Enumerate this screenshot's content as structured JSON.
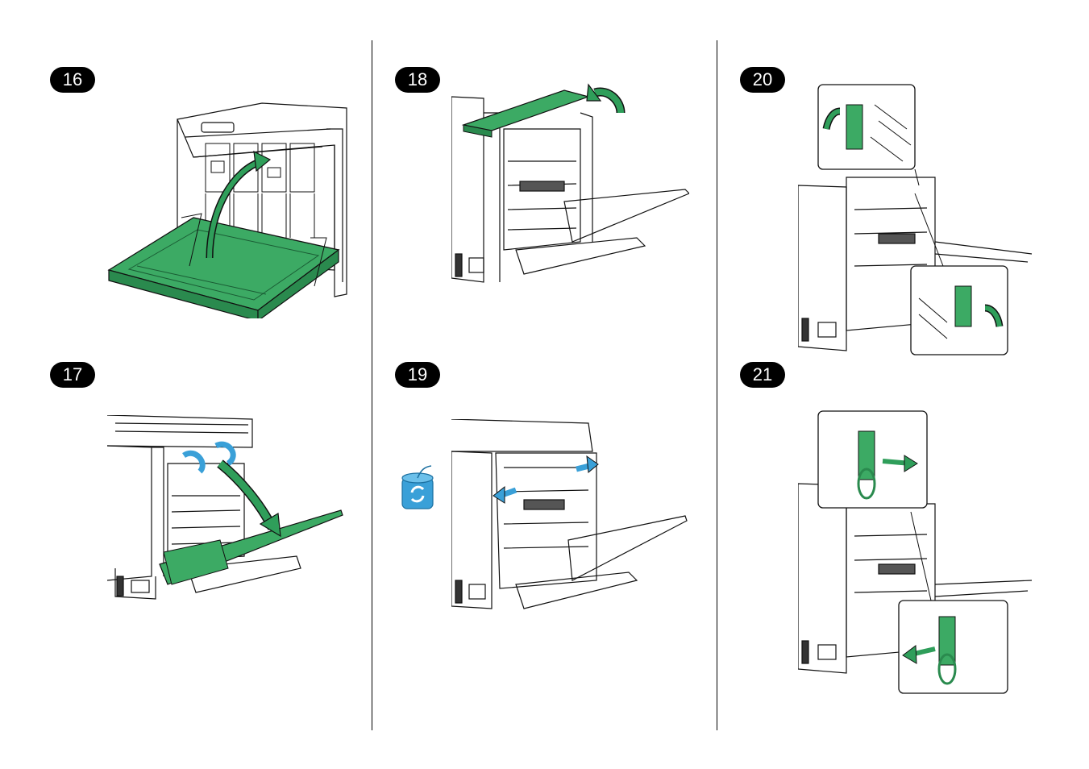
{
  "steps": [
    {
      "number": "16",
      "action": "open-front-cover"
    },
    {
      "number": "17",
      "action": "release-levers-open-side-cover"
    },
    {
      "number": "18",
      "action": "lift-fuser-cover"
    },
    {
      "number": "19",
      "action": "unlock-fuser-levers"
    },
    {
      "number": "20",
      "action": "raise-fuser-handles"
    },
    {
      "number": "21",
      "action": "pull-out-fuser-handles"
    }
  ],
  "colors": {
    "accent_green": "#2f9e5a",
    "accent_blue": "#3aa0d8",
    "line": "#111111"
  },
  "icons": [
    "rotate-cycle-icon"
  ]
}
